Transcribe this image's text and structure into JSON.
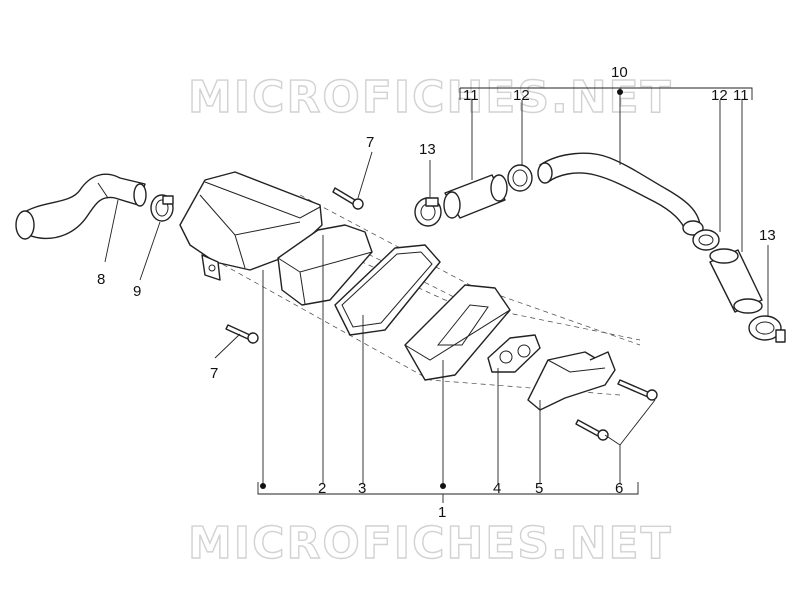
{
  "watermark": {
    "top": "MICROFICHES.NET",
    "bottom": "MICROFICHES.NET"
  },
  "callouts": {
    "c1": "1",
    "c2": "2",
    "c3": "3",
    "c4": "4",
    "c5": "5",
    "c6": "6",
    "c7a": "7",
    "c7b": "7",
    "c8": "8",
    "c9": "9",
    "c10": "10",
    "c11a": "11",
    "c11b": "11",
    "c12a": "12",
    "c12b": "12",
    "c13a": "13",
    "c13b": "13"
  }
}
